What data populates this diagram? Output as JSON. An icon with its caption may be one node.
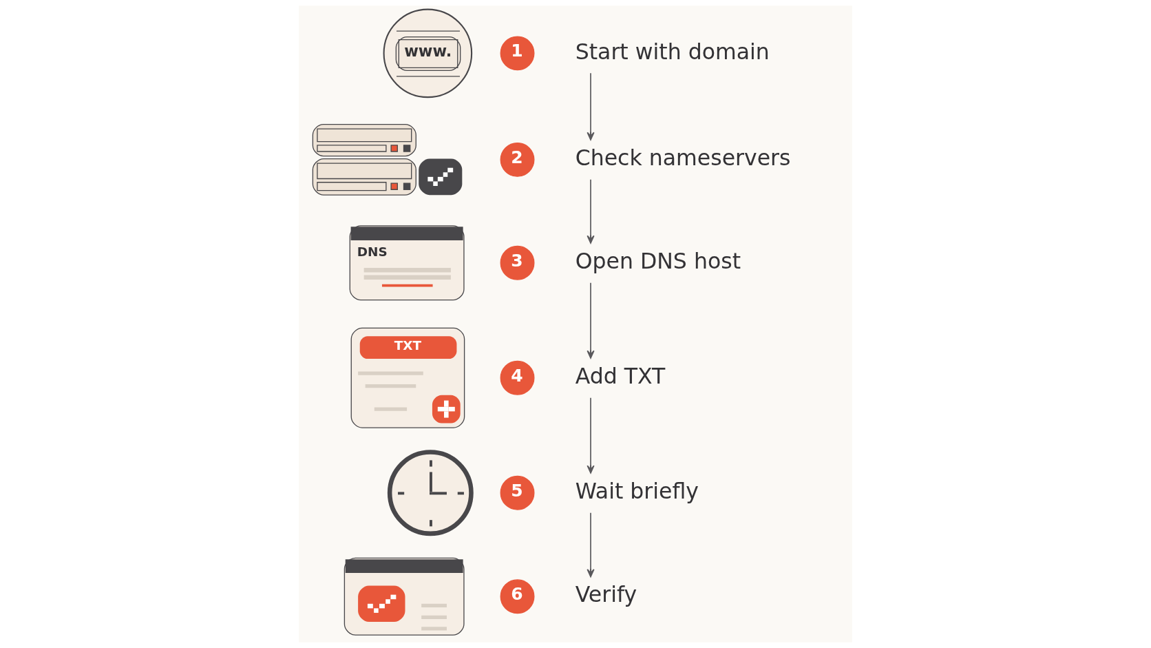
{
  "diagram": {
    "nodes": [
      {
        "text": [
          "www."
        ]
      },
      {
        "text": [
          "1"
        ]
      },
      {
        "text": [
          "Start with domain"
        ]
      },
      {
        "text": [],
        "shape": "picture"
      },
      {
        "text": [
          "2"
        ]
      },
      {
        "text": [
          "Check nameservers"
        ]
      },
      {
        "text": [
          "DNS"
        ]
      },
      {
        "text": [
          "3"
        ]
      },
      {
        "text": [
          "Open DNS host"
        ]
      },
      {
        "text": [
          "TXT"
        ]
      },
      {
        "text": [
          "4"
        ]
      },
      {
        "text": [
          "Add TXT"
        ]
      },
      {
        "text": [],
        "shape": "picture"
      },
      {
        "text": [
          "5"
        ]
      },
      {
        "text": [
          "Wait briefly"
        ]
      },
      {
        "text": [],
        "shape": "picture"
      },
      {
        "text": [
          "6"
        ]
      },
      {
        "text": [
          "Verify"
        ]
      }
    ],
    "edges": [
      {
        "from": 2,
        "to": 5,
        "arrow": "to"
      },
      {
        "from": 5,
        "to": 8,
        "arrow": "to"
      },
      {
        "from": 8,
        "to": 11,
        "arrow": "to"
      },
      {
        "from": 11,
        "to": 14,
        "arrow": "to"
      },
      {
        "from": 14,
        "to": 17,
        "arrow": "to"
      }
    ]
  }
}
